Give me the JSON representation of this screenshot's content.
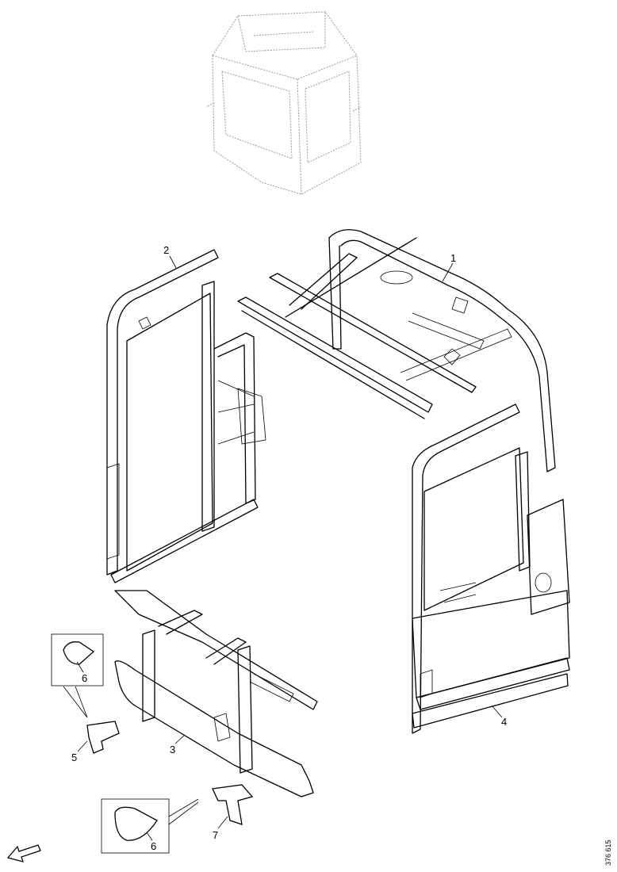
{
  "callouts": {
    "c1": "1",
    "c2": "2",
    "c3": "3",
    "c4": "4",
    "c5": "5",
    "c6a": "6",
    "c6b": "6",
    "c7": "7"
  },
  "drawing_ref": "376 615"
}
